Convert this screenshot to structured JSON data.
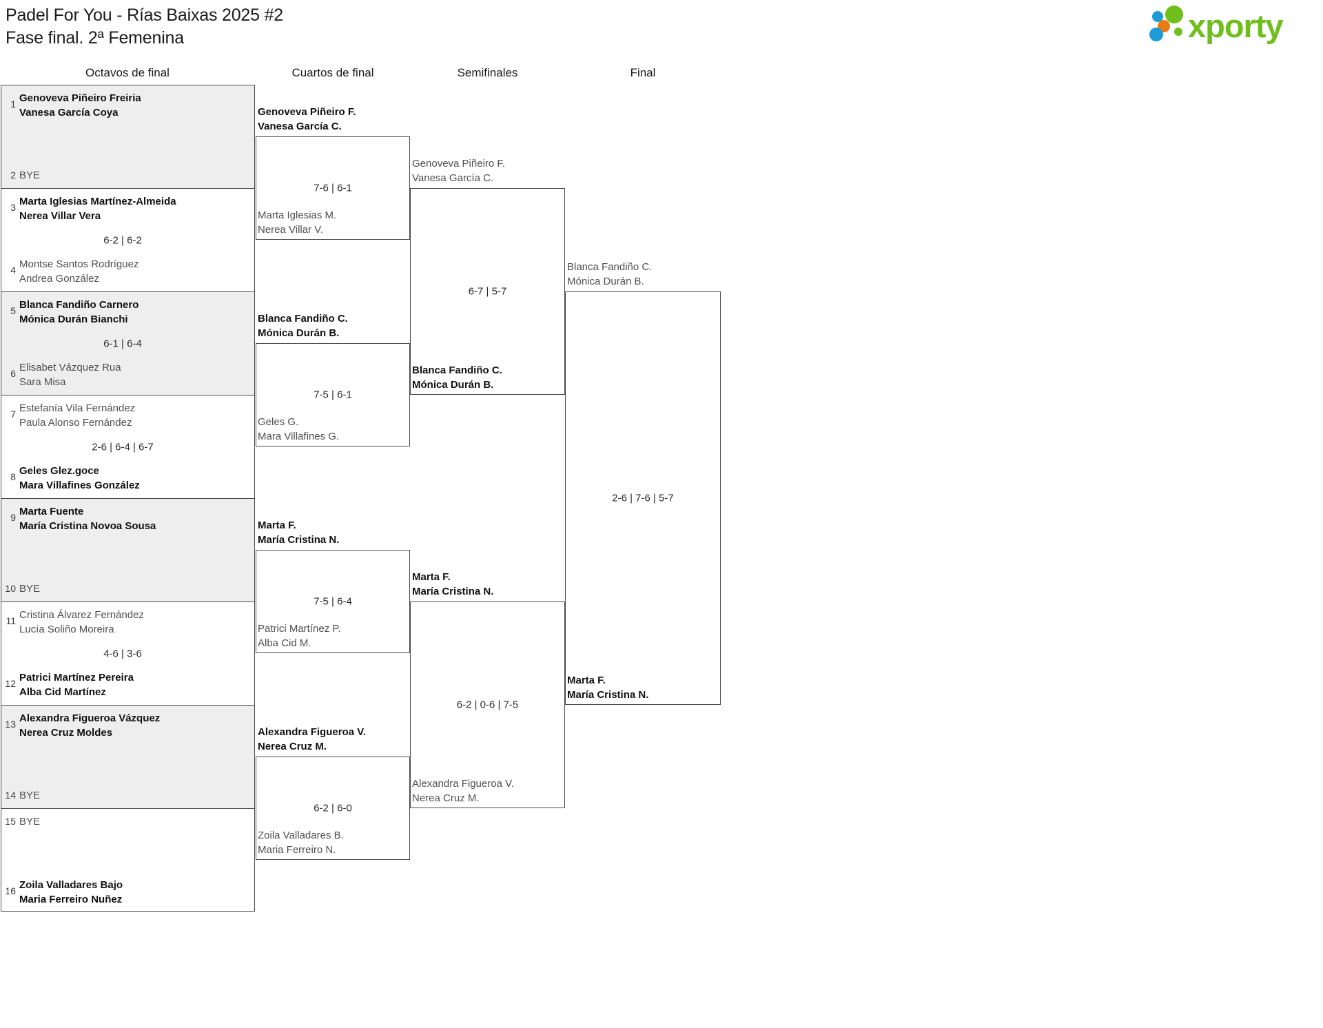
{
  "header": {
    "title_line1": "Padel For You - Rías Baixas 2025 #2",
    "title_line2": "Fase final. 2ª Femenina",
    "logo_text": "xporty",
    "logo_colors": {
      "green": "#6fbe1e",
      "orange": "#e87b12",
      "blue": "#1b9bd8"
    }
  },
  "rounds": [
    {
      "label": "Octavos de final"
    },
    {
      "label": "Cuartos de final"
    },
    {
      "label": "Semifinales"
    },
    {
      "label": "Final"
    }
  ],
  "round1": {
    "blocks": [
      {
        "shaded": true,
        "score": "",
        "top": {
          "seed": "1",
          "bye": false,
          "winner": true,
          "p1": "Genoveva Piñeiro Freiria",
          "p2": "Vanesa García Coya"
        },
        "bottom": {
          "seed": "2",
          "bye": true,
          "winner": false,
          "bye_label": "BYE"
        }
      },
      {
        "shaded": false,
        "score": "6-2 | 6-2",
        "top": {
          "seed": "3",
          "bye": false,
          "winner": true,
          "p1": "Marta Iglesias Martínez-Almeida",
          "p2": "Nerea Villar Vera"
        },
        "bottom": {
          "seed": "4",
          "bye": false,
          "winner": false,
          "p1": "Montse Santos Rodríguez",
          "p2": "Andrea González"
        }
      },
      {
        "shaded": true,
        "score": "6-1 | 6-4",
        "top": {
          "seed": "5",
          "bye": false,
          "winner": true,
          "p1": "Blanca Fandiño Carnero",
          "p2": "Mónica Durán Bianchi"
        },
        "bottom": {
          "seed": "6",
          "bye": false,
          "winner": false,
          "p1": "Elisabet Vázquez Rua",
          "p2": "Sara Misa"
        }
      },
      {
        "shaded": false,
        "score": "2-6 | 6-4 | 6-7",
        "top": {
          "seed": "7",
          "bye": false,
          "winner": false,
          "p1": "Estefanía Vila Fernández",
          "p2": "Paula Alonso Fernández"
        },
        "bottom": {
          "seed": "8",
          "bye": false,
          "winner": true,
          "p1": "Geles Glez.goce",
          "p2": "Mara Villafines González"
        }
      },
      {
        "shaded": true,
        "score": "",
        "top": {
          "seed": "9",
          "bye": false,
          "winner": true,
          "p1": "Marta Fuente",
          "p2": "María Cristina Novoa Sousa"
        },
        "bottom": {
          "seed": "10",
          "bye": true,
          "winner": false,
          "bye_label": "BYE"
        }
      },
      {
        "shaded": false,
        "score": "4-6 | 3-6",
        "top": {
          "seed": "11",
          "bye": false,
          "winner": false,
          "p1": "Cristina Álvarez Fernández",
          "p2": "Lucía Soliño Moreira"
        },
        "bottom": {
          "seed": "12",
          "bye": false,
          "winner": true,
          "p1": "Patrici Martínez Pereira",
          "p2": "Alba Cid Martínez"
        }
      },
      {
        "shaded": true,
        "score": "",
        "top": {
          "seed": "13",
          "bye": false,
          "winner": true,
          "p1": "Alexandra Figueroa Vázquez",
          "p2": "Nerea Cruz Moldes"
        },
        "bottom": {
          "seed": "14",
          "bye": true,
          "winner": false,
          "bye_label": "BYE"
        }
      },
      {
        "shaded": false,
        "score": "",
        "top": {
          "seed": "15",
          "bye": true,
          "winner": false,
          "bye_label": "BYE"
        },
        "bottom": {
          "seed": "16",
          "bye": false,
          "winner": true,
          "p1": "Zoila Valladares Bajo",
          "p2": "Maria Ferreiro Nuñez"
        }
      }
    ]
  },
  "quarterfinals": [
    {
      "score": "7-6 | 6-1",
      "top": {
        "winner": true,
        "p1": "Genoveva Piñeiro F.",
        "p2": "Vanesa García C."
      },
      "bottom": {
        "winner": false,
        "p1": "Marta Iglesias M.",
        "p2": "Nerea Villar V."
      }
    },
    {
      "score": "7-5 | 6-1",
      "top": {
        "winner": true,
        "p1": "Blanca Fandiño C.",
        "p2": "Mónica Durán B."
      },
      "bottom": {
        "winner": false,
        "p1": "Geles G.",
        "p2": "Mara Villafines G."
      }
    },
    {
      "score": "7-5 | 6-4",
      "top": {
        "winner": true,
        "p1": "Marta F.",
        "p2": "María Cristina N."
      },
      "bottom": {
        "winner": false,
        "p1": "Patrici Martínez P.",
        "p2": "Alba Cid M."
      }
    },
    {
      "score": "6-2 | 6-0",
      "top": {
        "winner": true,
        "p1": "Alexandra Figueroa V.",
        "p2": "Nerea Cruz M."
      },
      "bottom": {
        "winner": false,
        "p1": "Zoila Valladares B.",
        "p2": "Maria Ferreiro N."
      }
    }
  ],
  "semifinals": [
    {
      "score": "6-7 | 5-7",
      "top": {
        "winner": false,
        "p1": "Genoveva Piñeiro F.",
        "p2": "Vanesa García C."
      },
      "bottom": {
        "winner": true,
        "p1": "Blanca Fandiño C.",
        "p2": "Mónica Durán B."
      }
    },
    {
      "score": "6-2 | 0-6 | 7-5",
      "top": {
        "winner": true,
        "p1": "Marta F.",
        "p2": "María Cristina N."
      },
      "bottom": {
        "winner": false,
        "p1": "Alexandra Figueroa V.",
        "p2": "Nerea Cruz M."
      }
    }
  ],
  "final": {
    "score": "2-6 | 7-6 | 5-7",
    "top": {
      "winner": false,
      "p1": "Blanca Fandiño C.",
      "p2": "Mónica Durán B."
    },
    "bottom": {
      "winner": true,
      "p1": "Marta F.",
      "p2": "María Cristina N."
    }
  }
}
